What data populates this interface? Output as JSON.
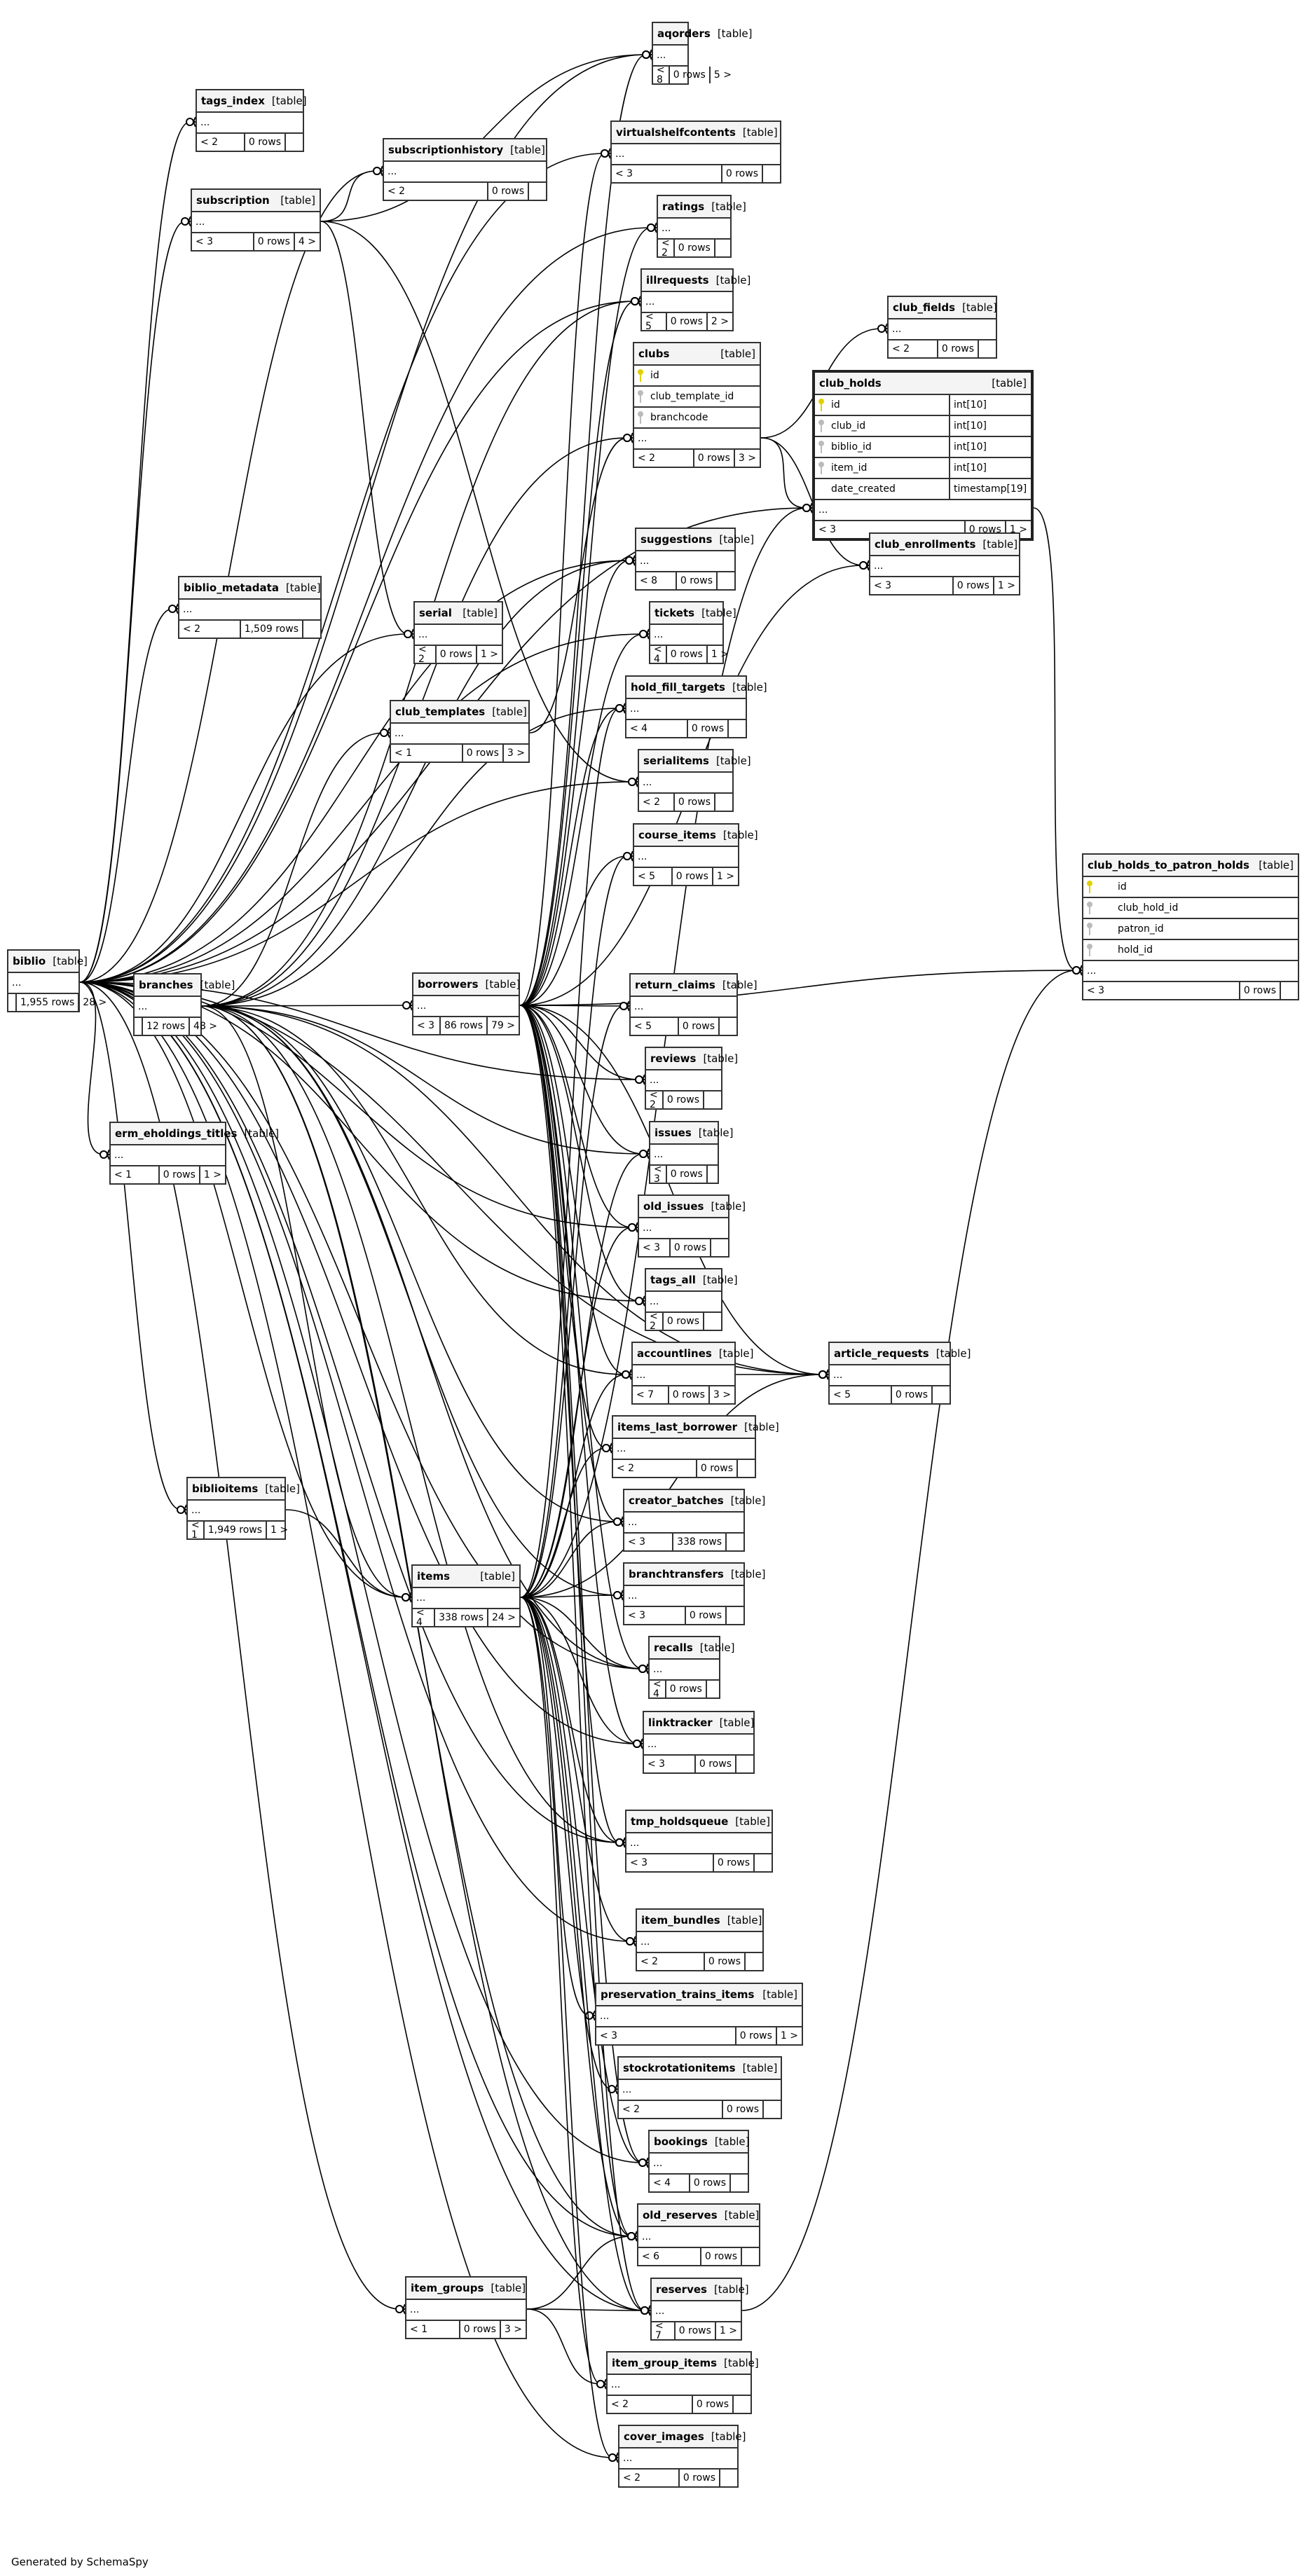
{
  "diagram": {
    "generator_note": "Generated by SchemaSpy",
    "type_label": "[table]",
    "ellipsis": "...",
    "colors": {
      "line": "#000000",
      "border": "#333333",
      "header_bg": "#f4f4f4",
      "primary_key": "#e0d000",
      "foreign_key": "#bbbbbb"
    },
    "tables": [
      {
        "id": "aqorders",
        "name": "aqorders",
        "parents": "< 8",
        "rows": "0 rows",
        "children": "5 >"
      },
      {
        "id": "tags_index",
        "name": "tags_index",
        "parents": "< 2",
        "rows": "0 rows",
        "children": ""
      },
      {
        "id": "subscriptionhistory",
        "name": "subscriptionhistory",
        "parents": "< 2",
        "rows": "0 rows",
        "children": ""
      },
      {
        "id": "virtualshelfcontents",
        "name": "virtualshelfcontents",
        "parents": "< 3",
        "rows": "0 rows",
        "children": ""
      },
      {
        "id": "subscription",
        "name": "subscription",
        "parents": "< 3",
        "rows": "0 rows",
        "children": "4 >"
      },
      {
        "id": "ratings",
        "name": "ratings",
        "parents": "< 2",
        "rows": "0 rows",
        "children": ""
      },
      {
        "id": "illrequests",
        "name": "illrequests",
        "parents": "< 5",
        "rows": "0 rows",
        "children": "2 >"
      },
      {
        "id": "club_fields",
        "name": "club_fields",
        "parents": "< 2",
        "rows": "0 rows",
        "children": ""
      },
      {
        "id": "clubs",
        "name": "clubs",
        "parents": "< 2",
        "rows": "0 rows",
        "children": "3 >",
        "columns": [
          {
            "name": "id",
            "key": "pk"
          },
          {
            "name": "club_template_id",
            "key": "fk"
          },
          {
            "name": "branchcode",
            "key": "fk"
          }
        ]
      },
      {
        "id": "club_holds",
        "name": "club_holds",
        "parents": "< 3",
        "rows": "0 rows",
        "children": "1 >",
        "focus": true,
        "columns": [
          {
            "name": "id",
            "key": "pk",
            "type": "int[10]"
          },
          {
            "name": "club_id",
            "key": "fk",
            "type": "int[10]"
          },
          {
            "name": "biblio_id",
            "key": "fk",
            "type": "int[10]"
          },
          {
            "name": "item_id",
            "key": "fk",
            "type": "int[10]"
          },
          {
            "name": "date_created",
            "key": "",
            "type": "timestamp[19]"
          }
        ]
      },
      {
        "id": "suggestions",
        "name": "suggestions",
        "parents": "< 8",
        "rows": "0 rows",
        "children": ""
      },
      {
        "id": "club_enrollments",
        "name": "club_enrollments",
        "parents": "< 3",
        "rows": "0 rows",
        "children": "1 >"
      },
      {
        "id": "biblio_metadata",
        "name": "biblio_metadata",
        "parents": "< 2",
        "rows": "1,509 rows",
        "children": ""
      },
      {
        "id": "serial",
        "name": "serial",
        "parents": "< 2",
        "rows": "0 rows",
        "children": "1 >"
      },
      {
        "id": "tickets",
        "name": "tickets",
        "parents": "< 4",
        "rows": "0 rows",
        "children": "1 >"
      },
      {
        "id": "club_templates",
        "name": "club_templates",
        "parents": "< 1",
        "rows": "0 rows",
        "children": "3 >"
      },
      {
        "id": "hold_fill_targets",
        "name": "hold_fill_targets",
        "parents": "< 4",
        "rows": "0 rows",
        "children": ""
      },
      {
        "id": "serialitems",
        "name": "serialitems",
        "parents": "< 2",
        "rows": "0 rows",
        "children": ""
      },
      {
        "id": "course_items",
        "name": "course_items",
        "parents": "< 5",
        "rows": "0 rows",
        "children": "1 >"
      },
      {
        "id": "club_holds_to_patron_holds",
        "name": "club_holds_to_patron_holds",
        "parents": "< 3",
        "rows": "0 rows",
        "children": "",
        "columns": [
          {
            "name": "id",
            "key": "pk"
          },
          {
            "name": "club_hold_id",
            "key": "fk"
          },
          {
            "name": "patron_id",
            "key": "fk"
          },
          {
            "name": "hold_id",
            "key": "fk"
          }
        ]
      },
      {
        "id": "biblio",
        "name": "biblio",
        "parents": "",
        "rows": "1,955 rows",
        "children": "28 >"
      },
      {
        "id": "branches",
        "name": "branches",
        "parents": "",
        "rows": "12 rows",
        "children": "48 >"
      },
      {
        "id": "borrowers",
        "name": "borrowers",
        "parents": "< 3",
        "rows": "86 rows",
        "children": "79 >"
      },
      {
        "id": "return_claims",
        "name": "return_claims",
        "parents": "< 5",
        "rows": "0 rows",
        "children": ""
      },
      {
        "id": "reviews",
        "name": "reviews",
        "parents": "< 2",
        "rows": "0 rows",
        "children": ""
      },
      {
        "id": "erm_eholdings_titles",
        "name": "erm_eholdings_titles",
        "parents": "< 1",
        "rows": "0 rows",
        "children": "1 >"
      },
      {
        "id": "issues",
        "name": "issues",
        "parents": "< 3",
        "rows": "0 rows",
        "children": ""
      },
      {
        "id": "old_issues",
        "name": "old_issues",
        "parents": "< 3",
        "rows": "0 rows",
        "children": ""
      },
      {
        "id": "tags_all",
        "name": "tags_all",
        "parents": "< 2",
        "rows": "0 rows",
        "children": ""
      },
      {
        "id": "accountlines",
        "name": "accountlines",
        "parents": "< 7",
        "rows": "0 rows",
        "children": "3 >"
      },
      {
        "id": "article_requests",
        "name": "article_requests",
        "parents": "< 5",
        "rows": "0 rows",
        "children": ""
      },
      {
        "id": "items_last_borrower",
        "name": "items_last_borrower",
        "parents": "< 2",
        "rows": "0 rows",
        "children": ""
      },
      {
        "id": "biblioitems",
        "name": "biblioitems",
        "parents": "< 1",
        "rows": "1,949 rows",
        "children": "1 >"
      },
      {
        "id": "creator_batches",
        "name": "creator_batches",
        "parents": "< 3",
        "rows": "338 rows",
        "children": ""
      },
      {
        "id": "items",
        "name": "items",
        "parents": "< 4",
        "rows": "338 rows",
        "children": "24 >"
      },
      {
        "id": "branchtransfers",
        "name": "branchtransfers",
        "parents": "< 3",
        "rows": "0 rows",
        "children": ""
      },
      {
        "id": "recalls",
        "name": "recalls",
        "parents": "< 4",
        "rows": "0 rows",
        "children": ""
      },
      {
        "id": "linktracker",
        "name": "linktracker",
        "parents": "< 3",
        "rows": "0 rows",
        "children": ""
      },
      {
        "id": "tmp_holdsqueue",
        "name": "tmp_holdsqueue",
        "parents": "< 3",
        "rows": "0 rows",
        "children": ""
      },
      {
        "id": "item_bundles",
        "name": "item_bundles",
        "parents": "< 2",
        "rows": "0 rows",
        "children": ""
      },
      {
        "id": "preservation_trains_items",
        "name": "preservation_trains_items",
        "parents": "< 3",
        "rows": "0 rows",
        "children": "1 >"
      },
      {
        "id": "stockrotationitems",
        "name": "stockrotationitems",
        "parents": "< 2",
        "rows": "0 rows",
        "children": ""
      },
      {
        "id": "bookings",
        "name": "bookings",
        "parents": "< 4",
        "rows": "0 rows",
        "children": ""
      },
      {
        "id": "old_reserves",
        "name": "old_reserves",
        "parents": "< 6",
        "rows": "0 rows",
        "children": ""
      },
      {
        "id": "item_groups",
        "name": "item_groups",
        "parents": "< 1",
        "rows": "0 rows",
        "children": "3 >"
      },
      {
        "id": "reserves",
        "name": "reserves",
        "parents": "< 7",
        "rows": "0 rows",
        "children": "1 >"
      },
      {
        "id": "item_group_items",
        "name": "item_group_items",
        "parents": "< 2",
        "rows": "0 rows",
        "children": ""
      },
      {
        "id": "cover_images",
        "name": "cover_images",
        "parents": "< 2",
        "rows": "0 rows",
        "children": ""
      }
    ],
    "relationships": [
      [
        "biblio",
        "aqorders"
      ],
      [
        "biblio",
        "tags_index"
      ],
      [
        "biblio",
        "subscriptionhistory"
      ],
      [
        "biblio",
        "subscription"
      ],
      [
        "biblio",
        "virtualshelfcontents"
      ],
      [
        "biblio",
        "ratings"
      ],
      [
        "biblio",
        "illrequests"
      ],
      [
        "biblio",
        "suggestions"
      ],
      [
        "biblio",
        "biblio_metadata"
      ],
      [
        "biblio",
        "serial"
      ],
      [
        "biblio",
        "tickets"
      ],
      [
        "biblio",
        "serialitems"
      ],
      [
        "biblio",
        "erm_eholdings_titles"
      ],
      [
        "biblio",
        "reviews"
      ],
      [
        "biblio",
        "tags_all"
      ],
      [
        "biblio",
        "biblioitems"
      ],
      [
        "biblio",
        "items"
      ],
      [
        "biblio",
        "old_issues"
      ],
      [
        "biblio",
        "recalls"
      ],
      [
        "biblio",
        "linktracker"
      ],
      [
        "biblio",
        "tmp_holdsqueue"
      ],
      [
        "biblio",
        "item_bundles"
      ],
      [
        "biblio",
        "bookings"
      ],
      [
        "biblio",
        "old_reserves"
      ],
      [
        "biblio",
        "reserves"
      ],
      [
        "biblio",
        "item_groups"
      ],
      [
        "biblio",
        "cover_images"
      ],
      [
        "biblio",
        "club_holds"
      ],
      [
        "biblio",
        "article_requests"
      ],
      [
        "subscription",
        "subscriptionhistory"
      ],
      [
        "subscription",
        "serial"
      ],
      [
        "subscription",
        "aqorders"
      ],
      [
        "subscription",
        "serialitems"
      ],
      [
        "clubs",
        "club_fields"
      ],
      [
        "clubs",
        "club_holds"
      ],
      [
        "clubs",
        "club_enrollments"
      ],
      [
        "club_templates",
        "clubs"
      ],
      [
        "club_holds",
        "club_holds_to_patron_holds"
      ],
      [
        "branches",
        "borrowers"
      ],
      [
        "branches",
        "clubs"
      ],
      [
        "branches",
        "suggestions"
      ],
      [
        "branches",
        "hold_fill_targets"
      ],
      [
        "branches",
        "illrequests"
      ],
      [
        "branches",
        "items"
      ],
      [
        "branches",
        "branchtransfers"
      ],
      [
        "branches",
        "club_templates"
      ],
      [
        "branches",
        "accountlines"
      ],
      [
        "branches",
        "article_requests"
      ],
      [
        "branches",
        "reserves"
      ],
      [
        "branches",
        "old_reserves"
      ],
      [
        "branches",
        "recalls"
      ],
      [
        "branches",
        "tmp_holdsqueue"
      ],
      [
        "branches",
        "issues"
      ],
      [
        "branches",
        "creator_batches"
      ],
      [
        "borrowers",
        "aqorders"
      ],
      [
        "borrowers",
        "virtualshelfcontents"
      ],
      [
        "borrowers",
        "ratings"
      ],
      [
        "borrowers",
        "illrequests"
      ],
      [
        "borrowers",
        "suggestions"
      ],
      [
        "borrowers",
        "tickets"
      ],
      [
        "borrowers",
        "hold_fill_targets"
      ],
      [
        "borrowers",
        "course_items"
      ],
      [
        "borrowers",
        "return_claims"
      ],
      [
        "borrowers",
        "reviews"
      ],
      [
        "borrowers",
        "issues"
      ],
      [
        "borrowers",
        "old_issues"
      ],
      [
        "borrowers",
        "tags_all"
      ],
      [
        "borrowers",
        "accountlines"
      ],
      [
        "borrowers",
        "items_last_borrower"
      ],
      [
        "borrowers",
        "creator_batches"
      ],
      [
        "borrowers",
        "recalls"
      ],
      [
        "borrowers",
        "linktracker"
      ],
      [
        "borrowers",
        "tmp_holdsqueue"
      ],
      [
        "borrowers",
        "bookings"
      ],
      [
        "borrowers",
        "old_reserves"
      ],
      [
        "borrowers",
        "reserves"
      ],
      [
        "borrowers",
        "club_enrollments"
      ],
      [
        "borrowers",
        "article_requests"
      ],
      [
        "borrowers",
        "club_holds_to_patron_holds"
      ],
      [
        "biblioitems",
        "items"
      ],
      [
        "items",
        "hold_fill_targets"
      ],
      [
        "items",
        "course_items"
      ],
      [
        "items",
        "return_claims"
      ],
      [
        "items",
        "issues"
      ],
      [
        "items",
        "old_issues"
      ],
      [
        "items",
        "accountlines"
      ],
      [
        "items",
        "items_last_borrower"
      ],
      [
        "items",
        "creator_batches"
      ],
      [
        "items",
        "branchtransfers"
      ],
      [
        "items",
        "recalls"
      ],
      [
        "items",
        "linktracker"
      ],
      [
        "items",
        "tmp_holdsqueue"
      ],
      [
        "items",
        "item_bundles"
      ],
      [
        "items",
        "preservation_trains_items"
      ],
      [
        "items",
        "stockrotationitems"
      ],
      [
        "items",
        "bookings"
      ],
      [
        "items",
        "old_reserves"
      ],
      [
        "items",
        "reserves"
      ],
      [
        "items",
        "item_group_items"
      ],
      [
        "items",
        "cover_images"
      ],
      [
        "items",
        "club_holds"
      ],
      [
        "items",
        "article_requests"
      ],
      [
        "accountlines",
        "article_requests"
      ],
      [
        "item_groups",
        "old_reserves"
      ],
      [
        "item_groups",
        "reserves"
      ],
      [
        "item_groups",
        "item_group_items"
      ],
      [
        "reserves",
        "club_holds_to_patron_holds"
      ]
    ]
  }
}
